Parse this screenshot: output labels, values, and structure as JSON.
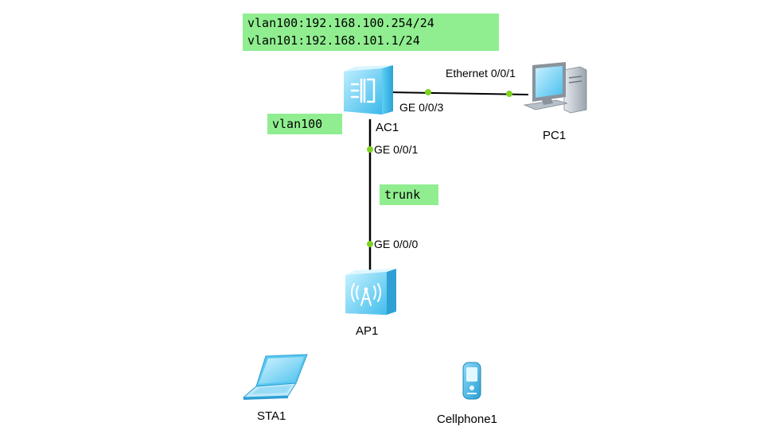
{
  "notes": {
    "ip_lines": [
      "vlan100:192.168.100.254/24",
      "vlan101:192.168.101.1/24"
    ],
    "vlan": "vlan100",
    "trunk": "trunk"
  },
  "devices": {
    "ac": {
      "name": "AC1",
      "icon": "access-controller-icon"
    },
    "pc": {
      "name": "PC1",
      "icon": "desktop-computer-icon"
    },
    "ap": {
      "name": "AP1",
      "icon": "wireless-access-point-icon"
    },
    "sta": {
      "name": "STA1",
      "icon": "laptop-icon"
    },
    "phone": {
      "name": "Cellphone1",
      "icon": "cellphone-icon"
    }
  },
  "ports": {
    "ac_to_pc": "GE 0/0/3",
    "pc": "Ethernet 0/0/1",
    "ac_to_ap": "GE 0/0/1",
    "ap": "GE 0/0/0"
  },
  "colors": {
    "note_bg": "#90ee90",
    "link": "#000000",
    "port_dot": "#7ed321",
    "device_cyan": "#4fc8f0"
  }
}
